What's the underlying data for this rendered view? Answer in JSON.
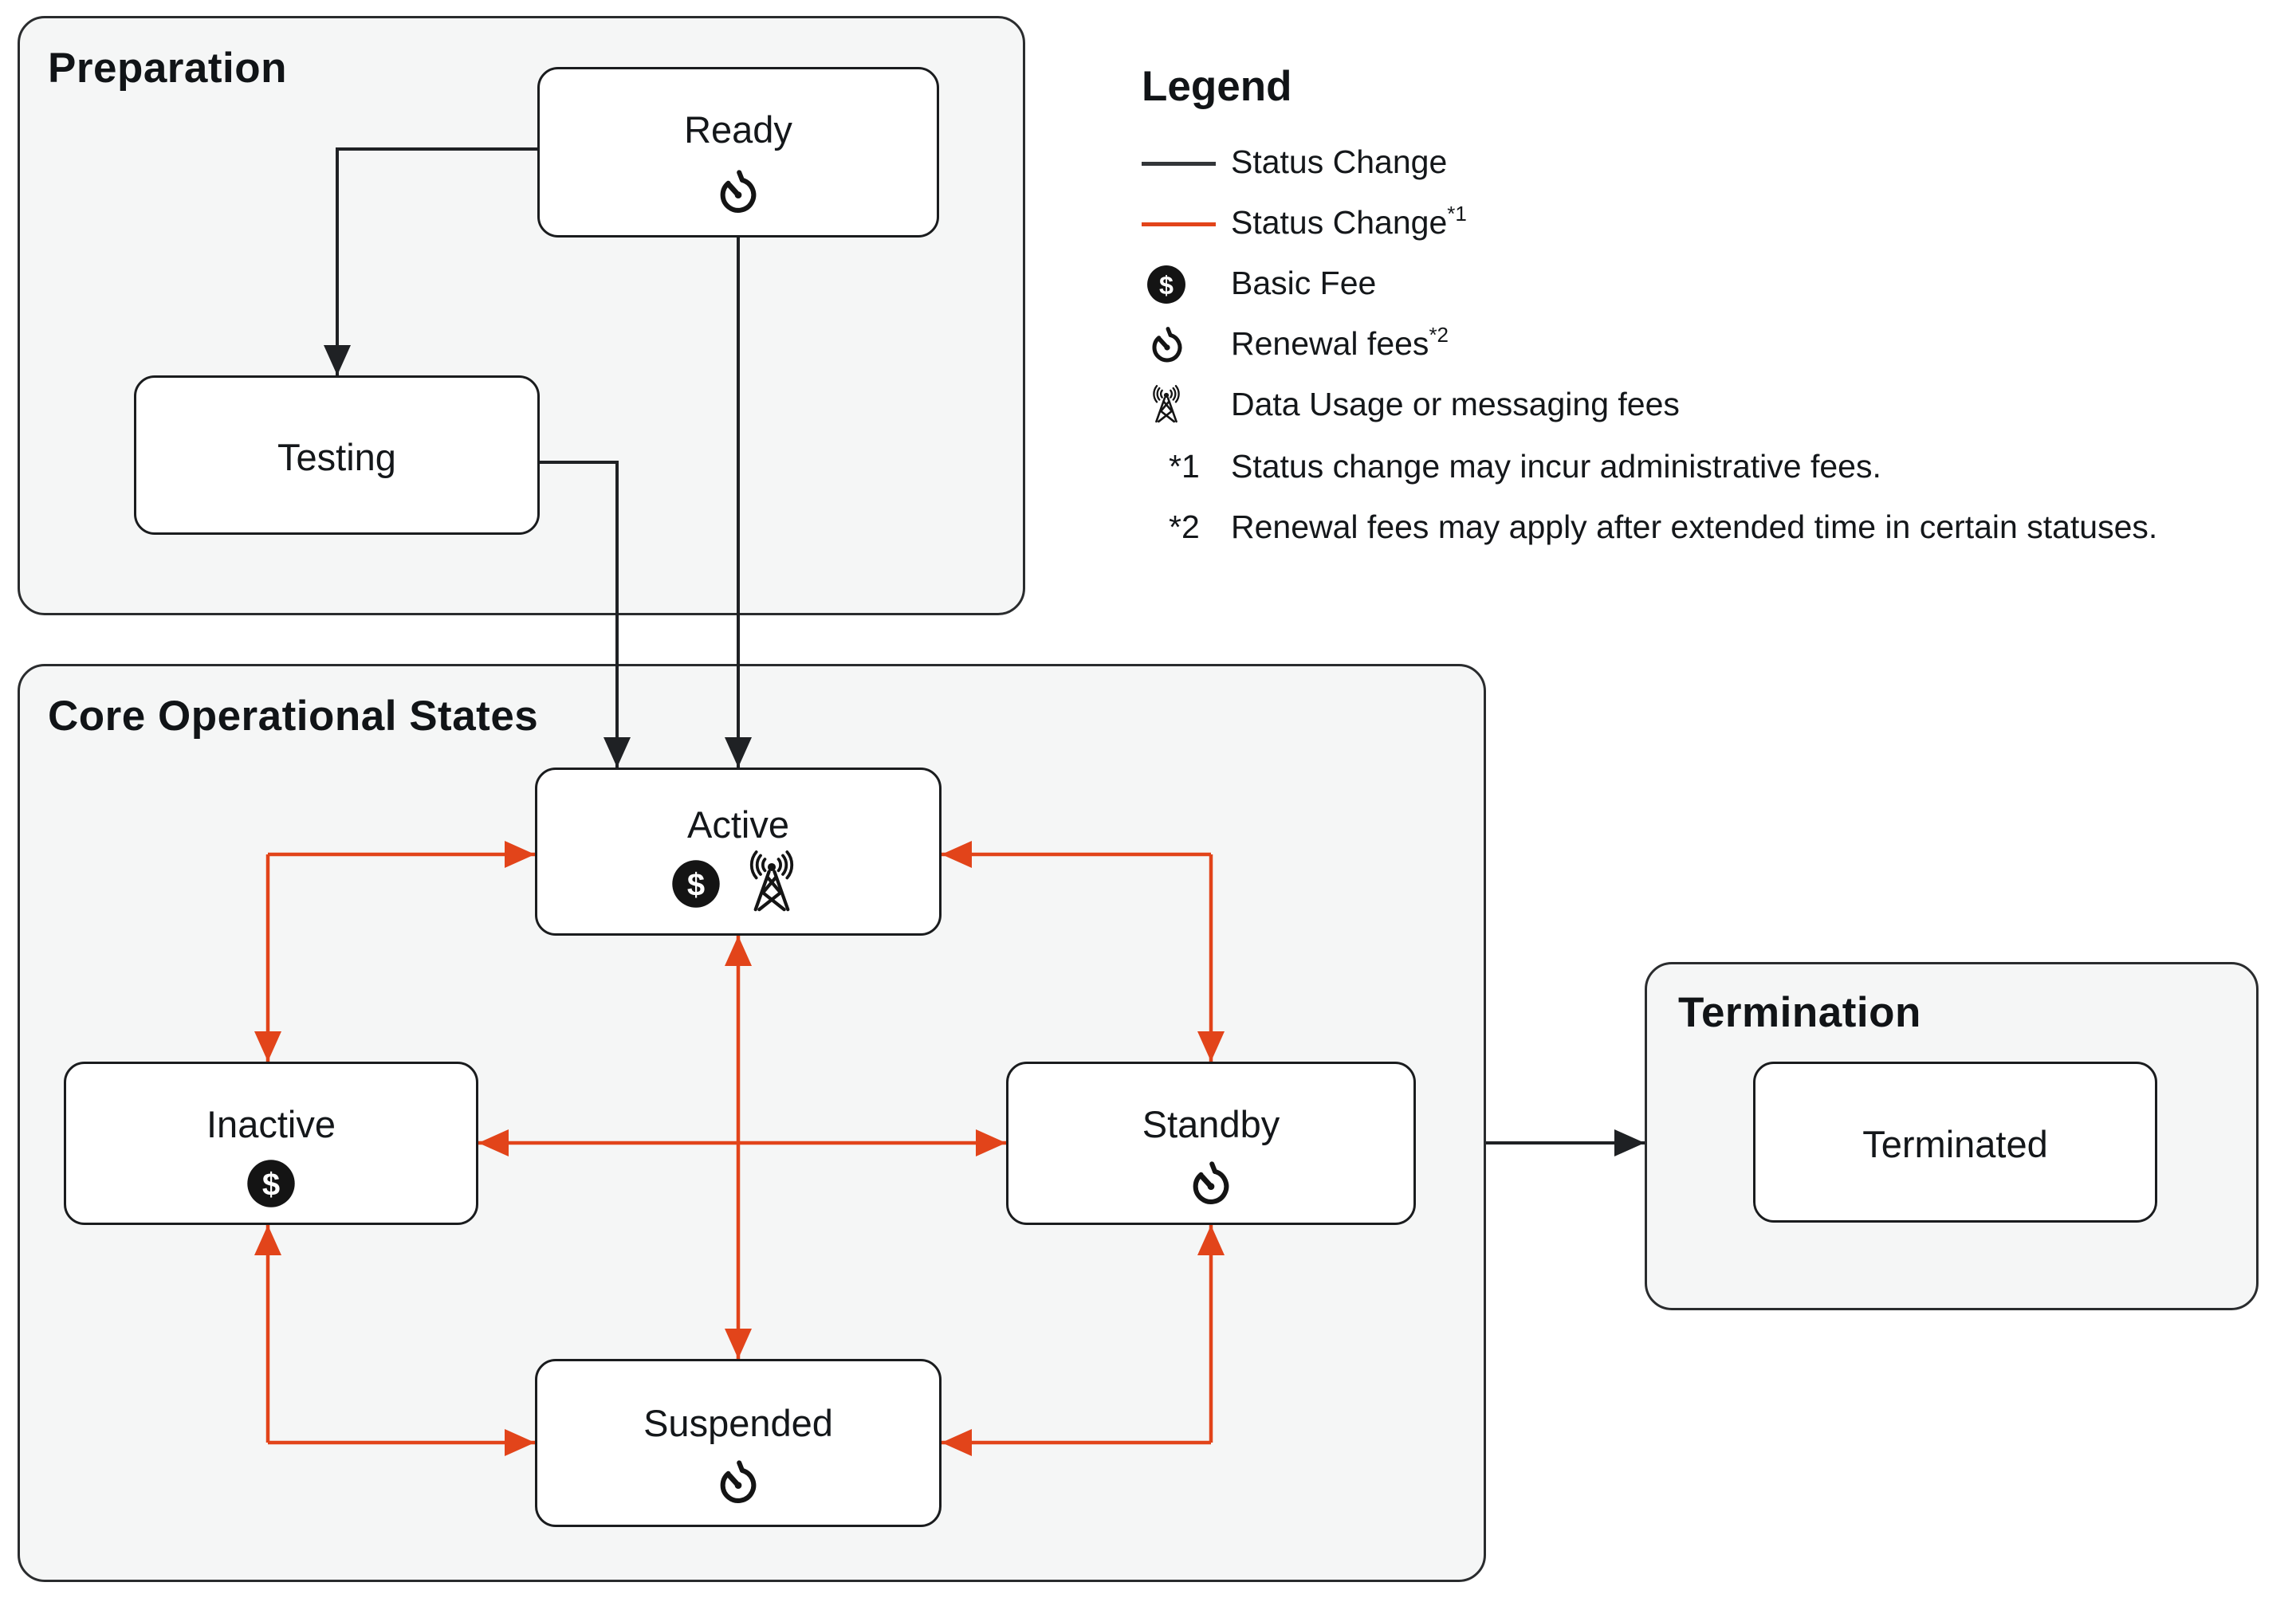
{
  "colors": {
    "accent_red": "#E2441A",
    "line_black": "#1F2124",
    "container_fill": "#F5F6F6",
    "container_border": "#2A2C2E",
    "box_border": "#1A1C1E",
    "text": "#14171A"
  },
  "sections": {
    "preparation": {
      "title": "Preparation"
    },
    "core": {
      "title": "Core Operational States"
    },
    "termination": {
      "title": "Termination"
    }
  },
  "states": {
    "ready": {
      "label": "Ready",
      "icons": [
        "renewal-fees"
      ]
    },
    "testing": {
      "label": "Testing",
      "icons": []
    },
    "active": {
      "label": "Active",
      "icons": [
        "basic-fee",
        "data-usage"
      ]
    },
    "inactive": {
      "label": "Inactive",
      "icons": [
        "basic-fee"
      ]
    },
    "standby": {
      "label": "Standby",
      "icons": [
        "renewal-fees"
      ]
    },
    "suspended": {
      "label": "Suspended",
      "icons": [
        "renewal-fees"
      ]
    },
    "terminated": {
      "label": "Terminated",
      "icons": []
    }
  },
  "legend": {
    "title": "Legend",
    "items": [
      {
        "swatch": "black-line",
        "label": "Status Change",
        "sup": ""
      },
      {
        "swatch": "red-line",
        "label": "Status Change",
        "sup": "*1"
      },
      {
        "swatch": "basic-fee-icon",
        "label": "Basic Fee",
        "sup": ""
      },
      {
        "swatch": "renewal-fees-icon",
        "label": "Renewal fees",
        "sup": "*2"
      },
      {
        "swatch": "data-usage-icon",
        "label": "Data Usage or messaging fees",
        "sup": ""
      }
    ],
    "footnotes": [
      {
        "prefix": "*1",
        "text": "Status change may incur administrative fees."
      },
      {
        "prefix": "*2",
        "text": "Renewal fees may apply after extended time in certain statuses."
      }
    ]
  },
  "edges": [
    {
      "from": "Ready",
      "to": "Testing",
      "type": "status-change",
      "bidirectional": false
    },
    {
      "from": "Ready",
      "to": "Active",
      "type": "status-change",
      "bidirectional": false
    },
    {
      "from": "Testing",
      "to": "Active",
      "type": "status-change",
      "bidirectional": false
    },
    {
      "from": "Active",
      "to": "Inactive",
      "type": "status-change-fee",
      "bidirectional": true
    },
    {
      "from": "Active",
      "to": "Standby",
      "type": "status-change-fee",
      "bidirectional": true
    },
    {
      "from": "Active",
      "to": "Suspended",
      "type": "status-change-fee",
      "bidirectional": true
    },
    {
      "from": "Inactive",
      "to": "Standby",
      "type": "status-change-fee",
      "bidirectional": true
    },
    {
      "from": "Inactive",
      "to": "Suspended",
      "type": "status-change-fee",
      "bidirectional": true
    },
    {
      "from": "Standby",
      "to": "Suspended",
      "type": "status-change-fee",
      "bidirectional": true
    },
    {
      "from": "Core Operational States",
      "to": "Termination",
      "type": "status-change",
      "bidirectional": false
    }
  ]
}
